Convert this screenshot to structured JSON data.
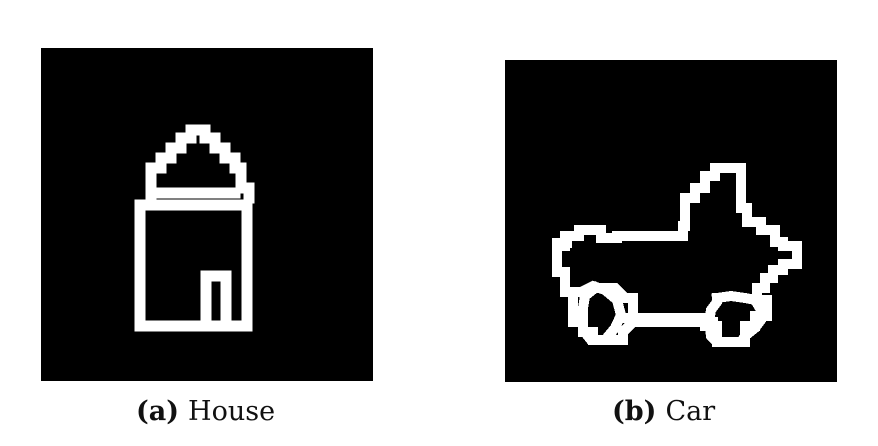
{
  "figure": {
    "panels": [
      {
        "label": "(a)",
        "caption": "House",
        "background": "#000000",
        "stroke": "#ffffff"
      },
      {
        "label": "(b)",
        "caption": "Car",
        "background": "#000000",
        "stroke": "#ffffff"
      }
    ]
  }
}
